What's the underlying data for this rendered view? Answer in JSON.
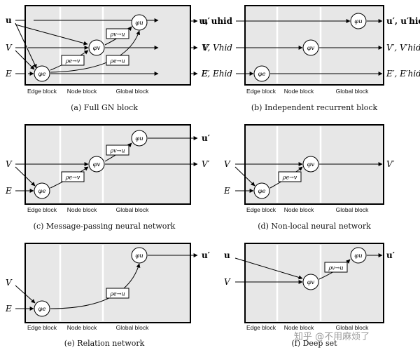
{
  "blocks": {
    "edge": "Edge block",
    "node": "Node block",
    "global": "Global block"
  },
  "functions": {
    "edge": "φe",
    "node": "φv",
    "global": "φu"
  },
  "aggregators": {
    "e_to_v": "ρe→v",
    "e_to_u": "ρe→u",
    "v_to_u": "ρv→u"
  },
  "panels": [
    {
      "caption": "(a) Full GN block",
      "inputs": {
        "u": "u",
        "v": "V",
        "e": "E"
      },
      "outputs": {
        "u": "u′",
        "v": "V′",
        "e": "E′"
      }
    },
    {
      "caption": "(b) Independent recurrent block",
      "inputs": {
        "u": "u, uhid",
        "v": "V, Vhid",
        "e": "E, Ehid"
      },
      "outputs": {
        "u": "u′, u′hid",
        "v": "V′, V′hid",
        "e": "E′, E′hid"
      }
    },
    {
      "caption": "(c) Message-passing neural network",
      "inputs": {
        "v": "V",
        "e": "E"
      },
      "outputs": {
        "u": "u′",
        "v": "V′"
      }
    },
    {
      "caption": "(d) Non-local neural network",
      "inputs": {
        "v": "V",
        "e": "E"
      },
      "outputs": {
        "v": "V′"
      }
    },
    {
      "caption": "(e) Relation network",
      "inputs": {
        "v": "V",
        "e": "E"
      },
      "outputs": {
        "u": "u′"
      }
    },
    {
      "caption": "(f) Deep set",
      "inputs": {
        "u": "u",
        "v": "V"
      },
      "outputs": {
        "u": "u′"
      }
    }
  ],
  "watermark": "知乎 @不用麻烦了"
}
